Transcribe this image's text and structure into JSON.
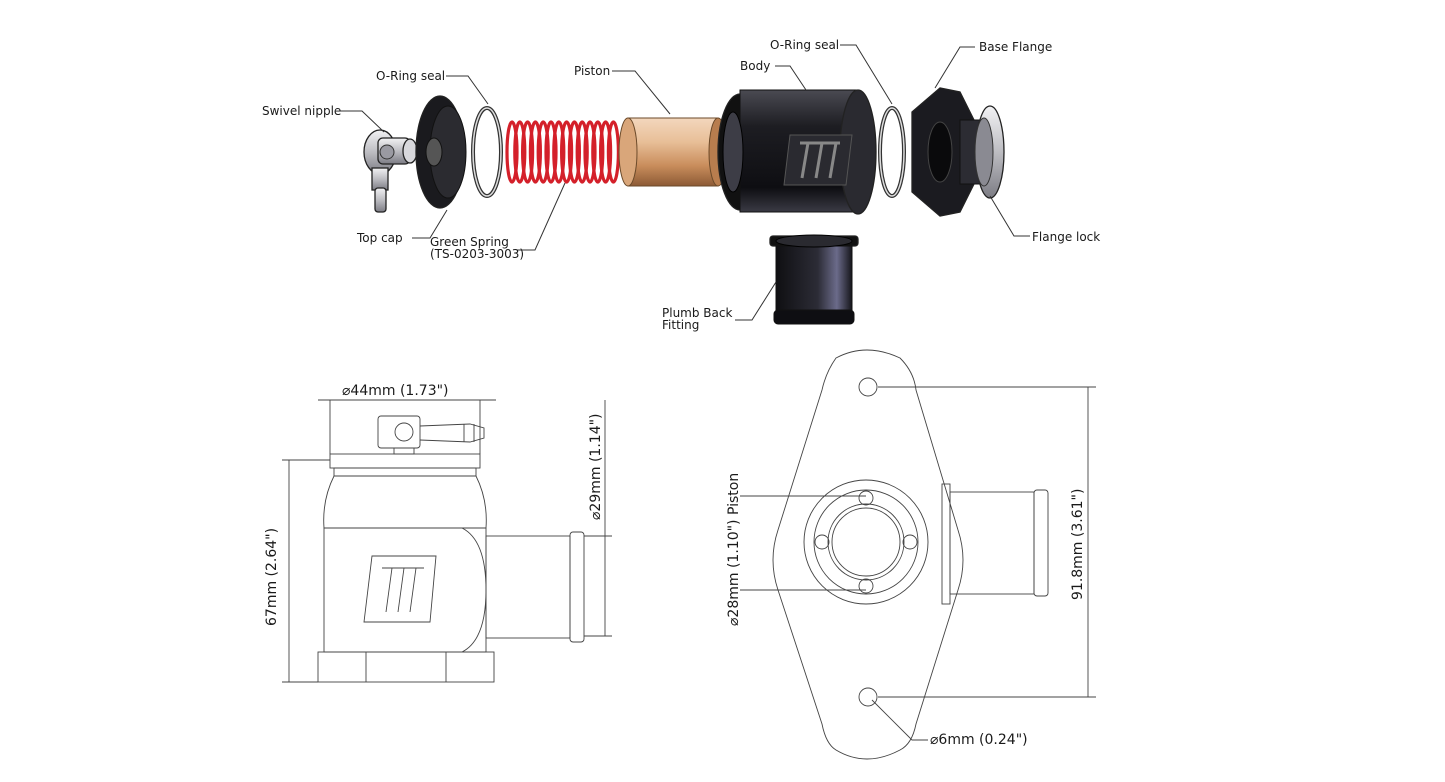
{
  "exploded_view": {
    "labels": {
      "swivel_nipple": "Swivel nipple",
      "oring_seal_left": "O-Ring seal",
      "piston": "Piston",
      "body": "Body",
      "oring_seal_right": "O-Ring seal",
      "base_flange": "Base Flange",
      "top_cap": "Top cap",
      "green_spring_line1": "Green Spring",
      "green_spring_line2": "(TS-0203-3003)",
      "flange_lock": "Flange lock",
      "plumb_back_line1": "Plumb Back",
      "plumb_back_line2": "Fitting"
    }
  },
  "side_view": {
    "width_dim": "⌀44mm (1.73\")",
    "height_dim": "67mm (2.64\")",
    "outlet_dim": "⌀29mm (1.14\")"
  },
  "flange_view": {
    "piston_dim": "⌀28mm (1.10\") Piston",
    "length_dim": "91.8mm (3.61\")",
    "hole_dim": "⌀6mm (0.24\")"
  },
  "colors": {
    "spring": "#d4202a",
    "piston": "#e3b892",
    "body": "#1c1c1e",
    "metal": "#c9c9cc",
    "line": "#333333"
  }
}
